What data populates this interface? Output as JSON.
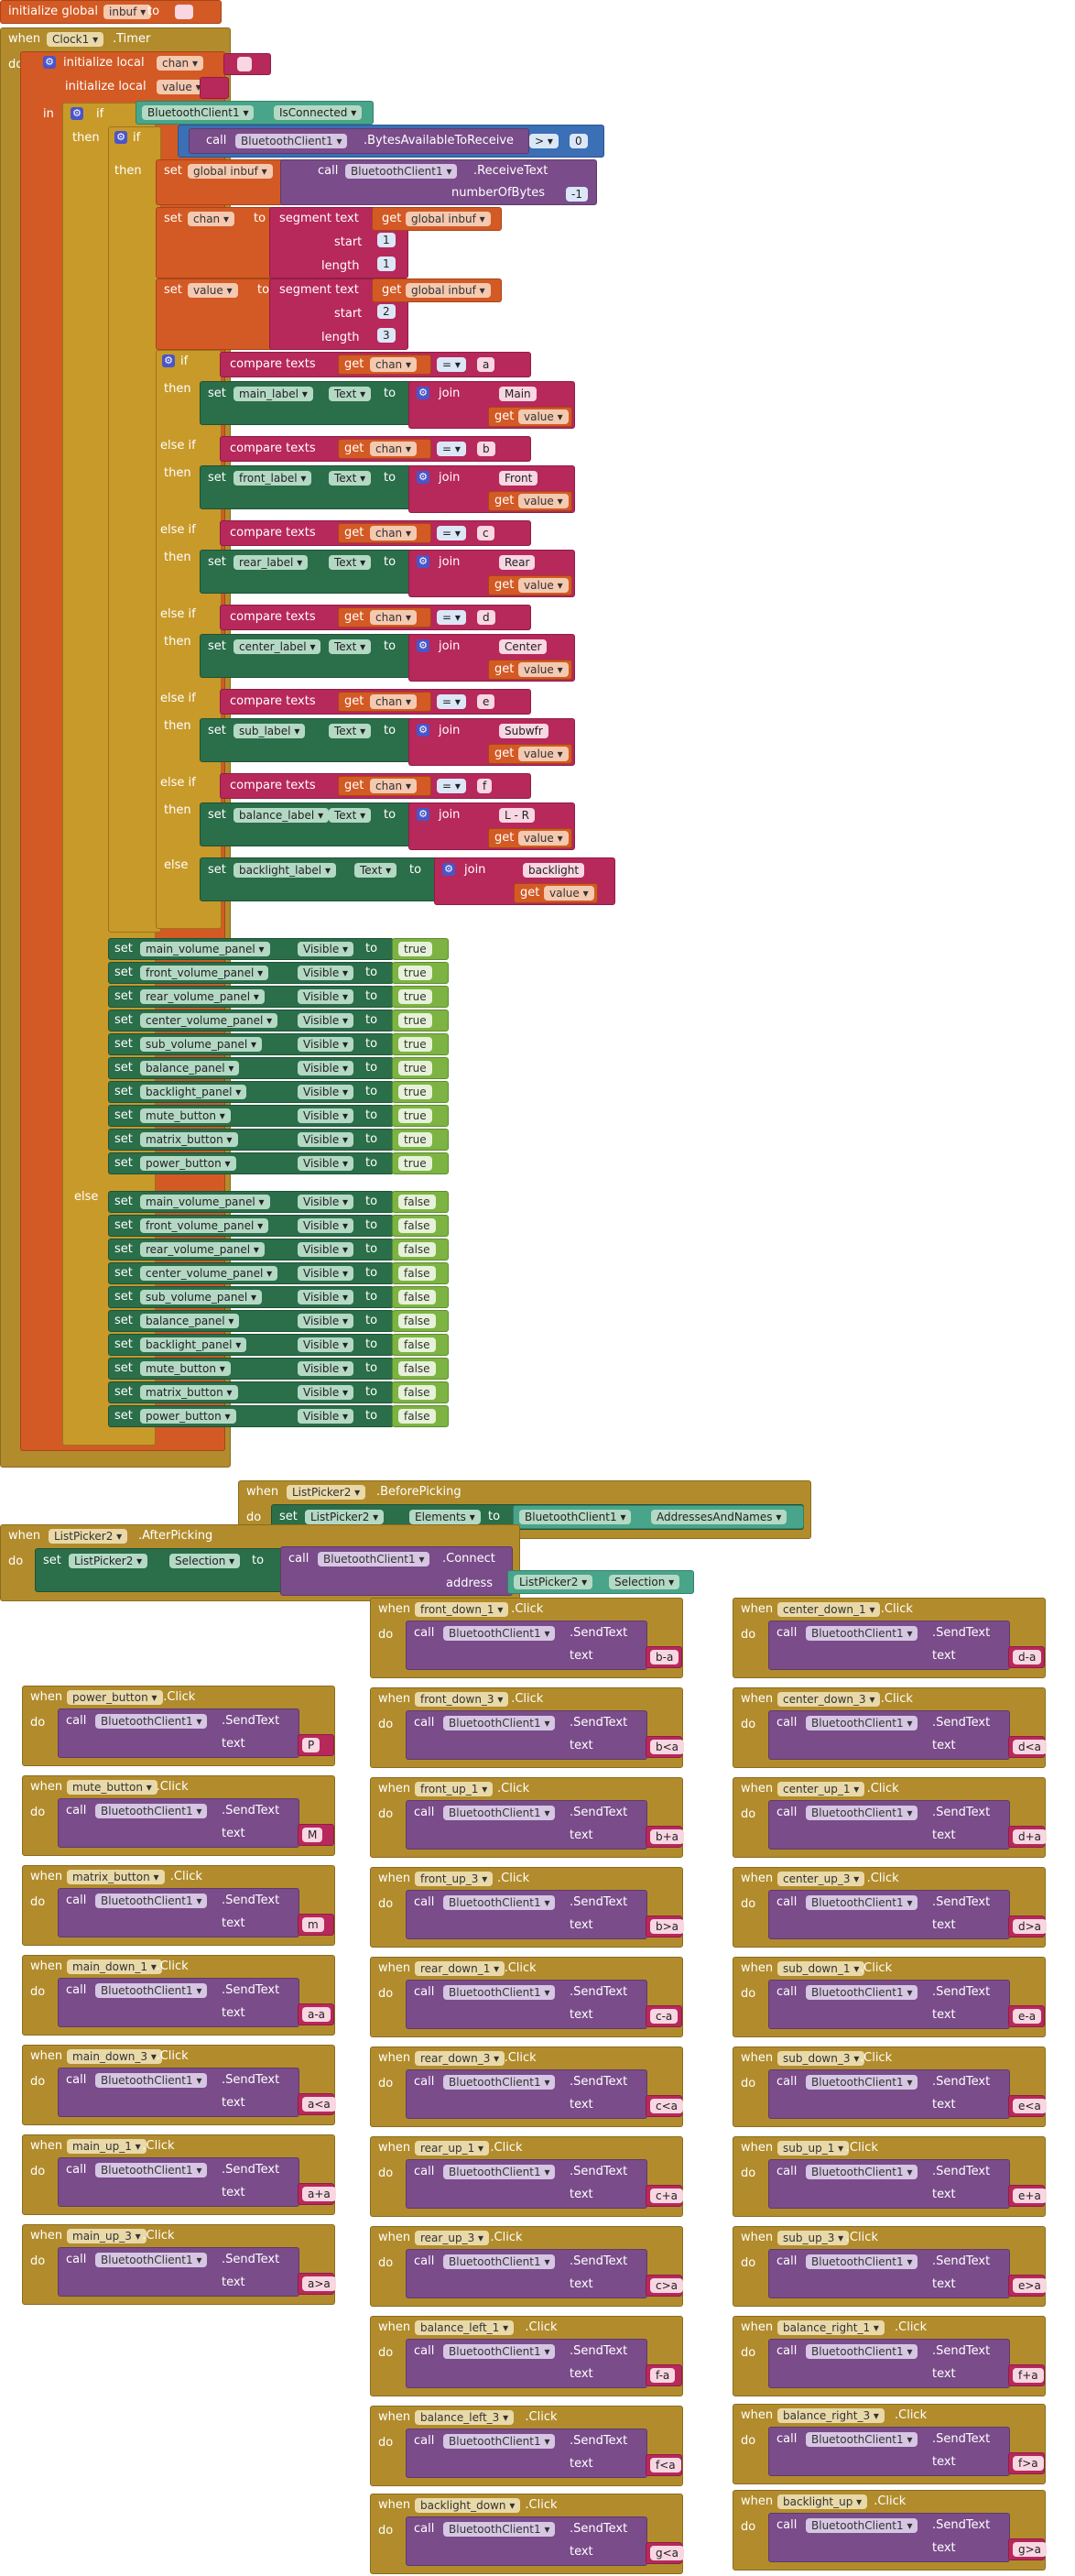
{
  "kw": {
    "initialize_global": "initialize global",
    "initialize_local": "initialize local",
    "to": "to",
    "when": "when",
    "do": "do",
    "in": "in",
    "if": "if",
    "then": "then",
    "else_if": "else if",
    "else": "else",
    "set": "set",
    "get": "get",
    "call": "call",
    "join": "join",
    "compare_texts": "compare texts",
    "segment_text": "segment text",
    "start": "start",
    "length": "length",
    "text": "text",
    "address": "address",
    "numberOfBytes": "numberOfBytes",
    "click": ".Click",
    "send_text": ".SendText",
    "visible": "Visible",
    "text_prop": "Text",
    "eq": "=",
    "gt": ">",
    "dot": "."
  },
  "globals": {
    "inbuf": "inbuf",
    "inbuf_init": "",
    "global_inbuf": "global inbuf"
  },
  "timer": {
    "component": "Clock1",
    "event": ".Timer",
    "local_chan": "chan",
    "local_value": "value",
    "chan_init": "",
    "value_init": "",
    "bt": "BluetoothClient1",
    "is_connected": "IsConnected",
    "bytes_available": ".BytesAvailableToReceive",
    "zero": "0",
    "receive_text": ".ReceiveText",
    "minus_one": "-1",
    "one": "1",
    "two": "2",
    "three": "3"
  },
  "branches": [
    {
      "code": "a",
      "label": "main_label",
      "prefix": "Main "
    },
    {
      "code": "b",
      "label": "front_label",
      "prefix": "Front "
    },
    {
      "code": "c",
      "label": "rear_label",
      "prefix": "Rear "
    },
    {
      "code": "d",
      "label": "center_label",
      "prefix": "Center "
    },
    {
      "code": "e",
      "label": "sub_label",
      "prefix": "Subwfr "
    },
    {
      "code": "f",
      "label": "balance_label",
      "prefix": "L - R "
    }
  ],
  "else_branch": {
    "label": "backlight_label",
    "prefix": "backlight "
  },
  "panels": [
    "main_volume_panel",
    "front_volume_panel",
    "rear_volume_panel",
    "center_volume_panel",
    "sub_volume_panel",
    "balance_panel",
    "backlight_panel",
    "mute_button",
    "matrix_button",
    "power_button"
  ],
  "bool_true": "true",
  "bool_false": "false",
  "listpicker": {
    "component": "ListPicker2",
    "before": ".BeforePicking",
    "after": ".AfterPicking",
    "elements": "Elements",
    "selection": "Selection",
    "addresses": "AddressesAndNames",
    "connect": ".Connect",
    "bt": "BluetoothClient1"
  },
  "clicks_left": [
    {
      "button": "power_button",
      "text": "P"
    },
    {
      "button": "mute_button",
      "text": "M"
    },
    {
      "button": "matrix_button",
      "text": "m"
    },
    {
      "button": "main_down_1",
      "text": "a-a"
    },
    {
      "button": "main_down_3",
      "text": "a<a"
    },
    {
      "button": "main_up_1",
      "text": "a+a"
    },
    {
      "button": "main_up_3",
      "text": "a>a"
    }
  ],
  "clicks_mid": [
    {
      "button": "front_down_1",
      "text": "b-a"
    },
    {
      "button": "front_down_3",
      "text": "b<a"
    },
    {
      "button": "front_up_1",
      "text": "b+a"
    },
    {
      "button": "front_up_3",
      "text": "b>a"
    },
    {
      "button": "rear_down_1",
      "text": "c-a"
    },
    {
      "button": "rear_down_3",
      "text": "c<a"
    },
    {
      "button": "rear_up_1",
      "text": "c+a"
    },
    {
      "button": "rear_up_3",
      "text": "c>a"
    },
    {
      "button": "balance_left_1",
      "text": "f-a"
    },
    {
      "button": "balance_left_3",
      "text": "f<a"
    },
    {
      "button": "backlight_down",
      "text": "g<a"
    }
  ],
  "clicks_right": [
    {
      "button": "center_down_1",
      "text": "d-a"
    },
    {
      "button": "center_down_3",
      "text": "d<a"
    },
    {
      "button": "center_up_1",
      "text": "d+a"
    },
    {
      "button": "center_up_3",
      "text": "d>a"
    },
    {
      "button": "sub_down_1",
      "text": "e-a"
    },
    {
      "button": "sub_down_3",
      "text": "e<a"
    },
    {
      "button": "sub_up_1",
      "text": "e+a"
    },
    {
      "button": "sub_up_3",
      "text": "e>a"
    },
    {
      "button": "balance_right_1",
      "text": "f+a"
    },
    {
      "button": "balance_right_3",
      "text": "f>a"
    },
    {
      "button": "backlight_up",
      "text": "g>a"
    }
  ]
}
